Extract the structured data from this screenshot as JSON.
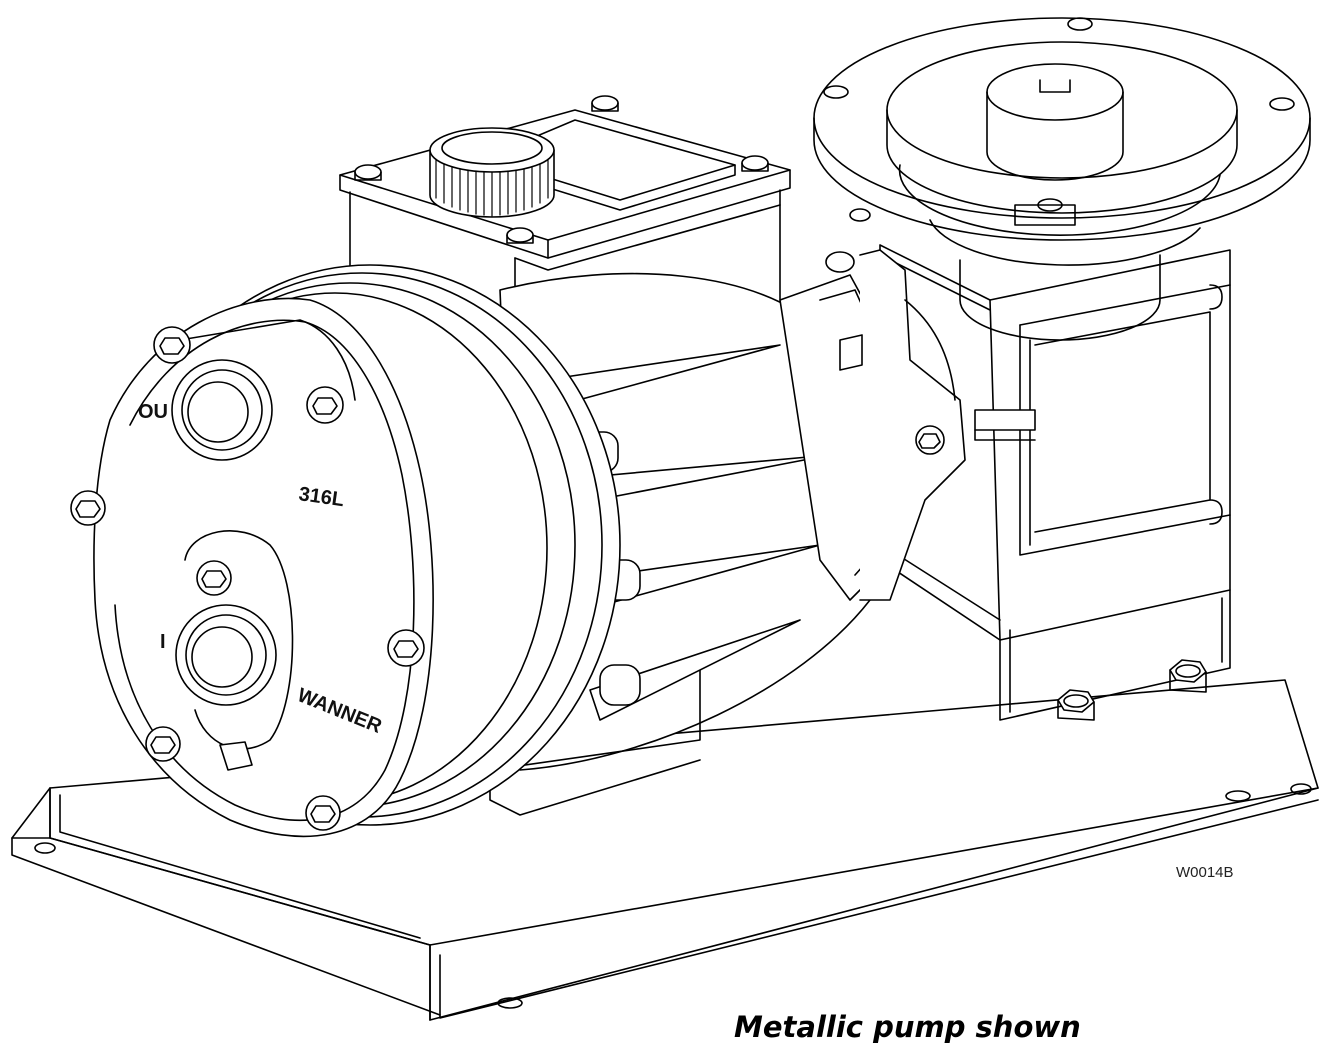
{
  "figure": {
    "caption": "Metallic pump shown",
    "drawing_number": "W0014B",
    "engravings": {
      "outlet_label": "OU",
      "material": "316L",
      "inlet_label": "I",
      "brand": "WANNER"
    }
  },
  "colors": {
    "line": "#000000",
    "background": "#ffffff"
  }
}
